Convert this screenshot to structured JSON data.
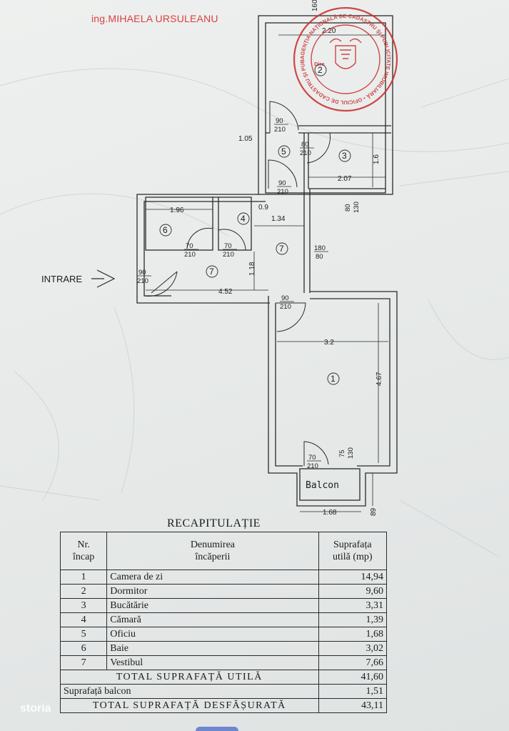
{
  "header": {
    "author": "ing.MIHAELA URSULEANU"
  },
  "plan": {
    "entrance_label": "INTRARE",
    "balcony_label": "Balcon",
    "room_numbers": [
      "1",
      "2",
      "3",
      "4",
      "5",
      "6",
      "7",
      "7"
    ],
    "dimensions": {
      "d_2_20": "2.20",
      "d_1_05": "1.05",
      "d_2_07": "2.07",
      "d_1_6": "1.6",
      "d_1_96": "1.96",
      "d_0_9": "0.9",
      "d_1_34": "1.34",
      "d_1_18": "1.18",
      "d_4_52": "4.52",
      "d_3_2": "3.2",
      "d_4_67": "4.67",
      "d_1_68": "1.68",
      "d_89": "89",
      "d_160": "160"
    },
    "door_labels": [
      {
        "top": "90",
        "bottom": "210"
      },
      {
        "top": "80",
        "bottom": "210"
      },
      {
        "top": "90",
        "bottom": "210"
      },
      {
        "top": "70",
        "bottom": "210"
      },
      {
        "top": "70",
        "bottom": "210"
      },
      {
        "top": "90",
        "bottom": "210"
      },
      {
        "top": "90",
        "bottom": "210"
      },
      {
        "top": "70",
        "bottom": "210"
      }
    ],
    "window_labels": [
      {
        "top": "180",
        "bottom": "80"
      },
      {
        "top": "80",
        "bottom": "130"
      },
      {
        "top": "75",
        "bottom": "130"
      }
    ]
  },
  "stamp": {
    "ring_text": "AGENȚIA NAȚIONALĂ DE CADASTRU ȘI PUBLICITATE IMOBILIARĂ • OFICIUL DE CADASTRU ȘI PUBLICITATE IMOBILIARĂ AL MUNICIPIULUI BUCUREȘTI",
    "inner": "Dire"
  },
  "recap": {
    "title": "RECAPITULAȚIE",
    "headers": {
      "nr": "Nr.\nîncap",
      "name": "Denumirea\nîncăperii",
      "area": "Suprafața\nutilă (mp)"
    },
    "rows": [
      {
        "nr": "1",
        "name": "Camera de zi",
        "area": "14,94"
      },
      {
        "nr": "2",
        "name": "Dormitor",
        "area": "9,60"
      },
      {
        "nr": "3",
        "name": "Bucătărie",
        "area": "3,31"
      },
      {
        "nr": "4",
        "name": "Cămară",
        "area": "1,39"
      },
      {
        "nr": "5",
        "name": "Oficiu",
        "area": "1,68"
      },
      {
        "nr": "6",
        "name": "Baie",
        "area": "3,02"
      },
      {
        "nr": "7",
        "name": "Vestibul",
        "area": "7,66"
      }
    ],
    "total_util_label": "TOTAL SUPRAFAȚĂ UTILĂ",
    "total_util_value": "41,60",
    "balcony_label": "Suprafață balcon",
    "balcony_value": "1,51",
    "total_desf_label": "TOTAL SUPRAFAȚĂ DESFĂȘURATĂ",
    "total_desf_value": "43,11"
  },
  "watermark": {
    "text": "storia"
  },
  "colors": {
    "stamp": "#c8312f",
    "lines": "#2a2a2a",
    "paper": "#eceeee"
  }
}
